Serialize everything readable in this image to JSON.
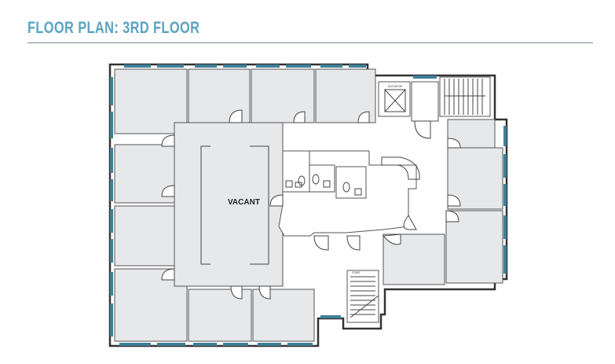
{
  "header": {
    "title": "FLOOR PLAN: 3RD FLOOR"
  },
  "plan": {
    "vacant_label": "VACANT",
    "elevator_label": "ELEVATOR",
    "stair_label": "STAIR",
    "colors": {
      "title": "#5ba3bf",
      "window": "#3f7f97",
      "office_fill": "#e7e8ea",
      "corridor_fill": "#ffffff"
    }
  }
}
